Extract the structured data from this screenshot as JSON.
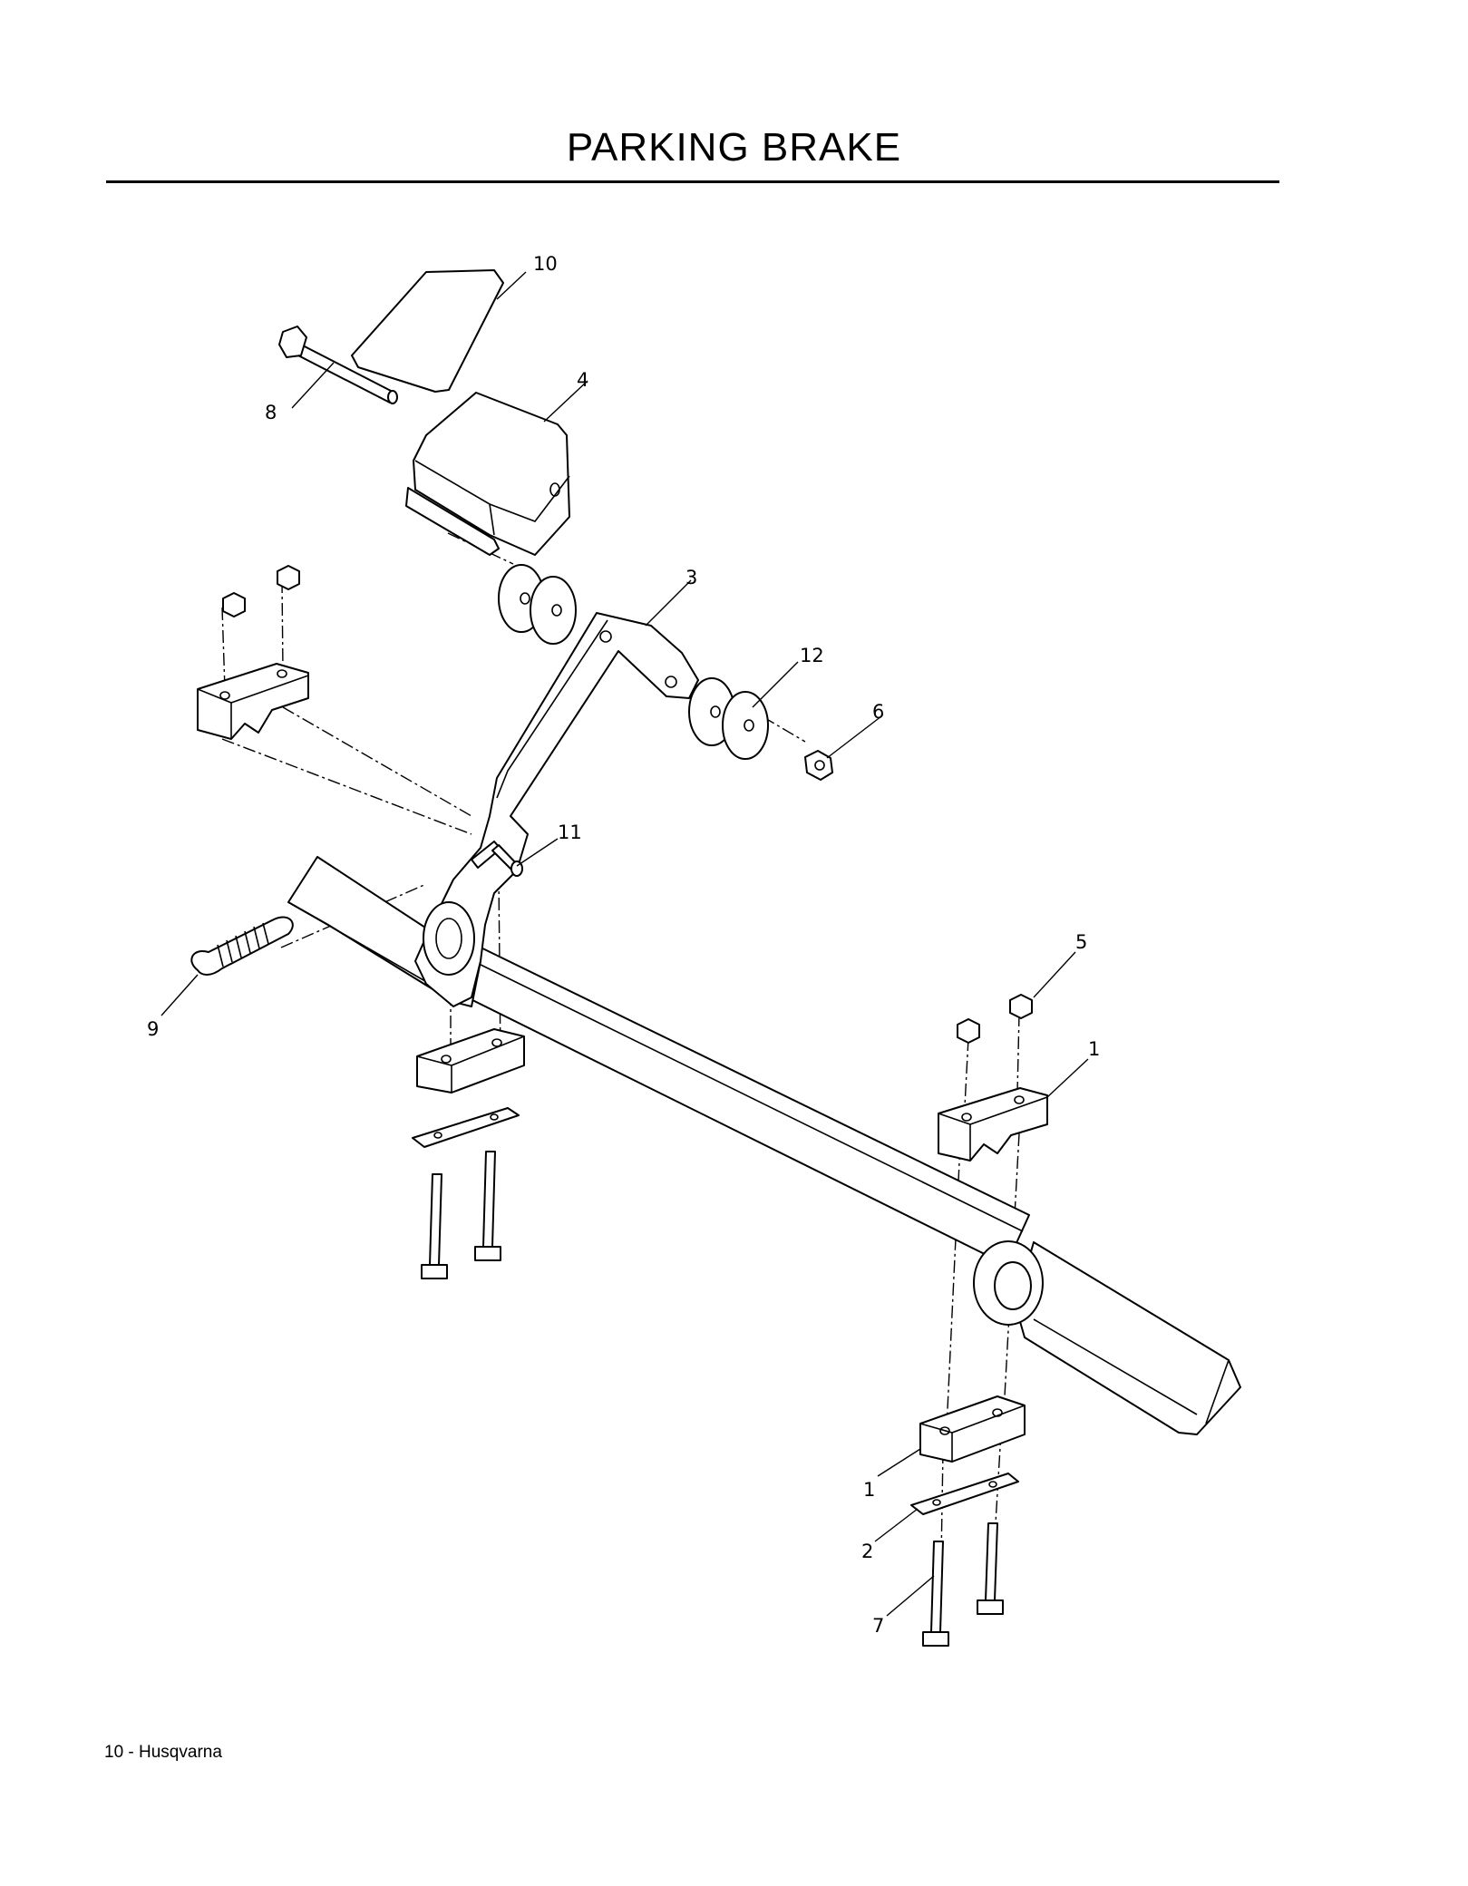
{
  "page": {
    "title": "PARKING BRAKE",
    "footer": "10 - Husqvarna"
  },
  "callouts": [
    "10",
    "8",
    "4",
    "3",
    "12",
    "6",
    "11",
    "5",
    "9",
    "1",
    "1",
    "2",
    "7"
  ],
  "colors": {
    "ink": "#000000",
    "paper": "#ffffff"
  }
}
